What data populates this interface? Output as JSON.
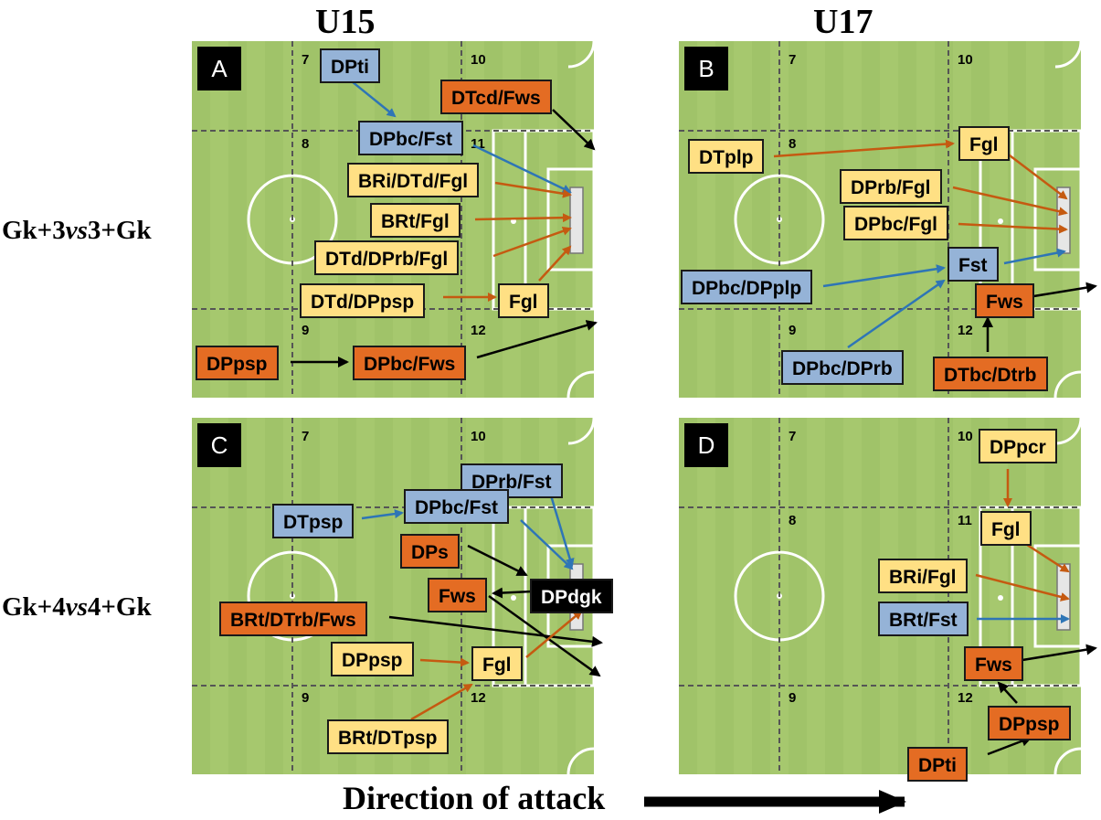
{
  "headers": {
    "u15": "U15",
    "u17": "U17"
  },
  "rows": {
    "r1_pre": "Gk+3",
    "r1_vs": "vs",
    "r1_post": "3+Gk",
    "r2_pre": "Gk+4",
    "r2_vs": "vs",
    "r2_post": "4+Gk"
  },
  "footer": {
    "direction": "Direction of attack"
  },
  "colors": {
    "blue": "#95b3d7",
    "yellow": "#ffe084",
    "orange": "#e46c23",
    "field": "#a6c86e"
  },
  "panels": [
    {
      "letter": "A",
      "zones": [
        "7",
        "10",
        "8",
        "11",
        "9",
        "12"
      ],
      "boxes": [
        "DPti",
        "DTcd/Fws",
        "DPbc/Fst",
        "BRi/DTd/Fgl",
        "BRt/Fgl",
        "DTd/DPrb/Fgl",
        "DTd/DPpsp",
        "Fgl",
        "DPpsp",
        "DPbc/Fws"
      ]
    },
    {
      "letter": "B",
      "zones": [
        "7",
        "10",
        "8",
        "9",
        "12"
      ],
      "boxes": [
        "DTplp",
        "Fgl",
        "DPrb/Fgl",
        "DPbc/Fgl",
        "Fst",
        "DPbc/DPplp",
        "Fws",
        "DPbc/DPrb",
        "DTbc/Dtrb"
      ]
    },
    {
      "letter": "C",
      "zones": [
        "7",
        "10",
        "9",
        "12"
      ],
      "boxes": [
        "DPrb/Fst",
        "DTpsp",
        "DPbc/Fst",
        "DPs",
        "Fws",
        "DPdgk",
        "BRt/DTrb/Fws",
        "DPpsp",
        "Fgl",
        "BRt/DTpsp"
      ]
    },
    {
      "letter": "D",
      "zones": [
        "7",
        "10",
        "8",
        "11",
        "9",
        "12"
      ],
      "boxes": [
        "DPpcr",
        "Fgl",
        "BRi/Fgl",
        "BRt/Fst",
        "Fws",
        "DPpsp",
        "DPti"
      ]
    }
  ]
}
